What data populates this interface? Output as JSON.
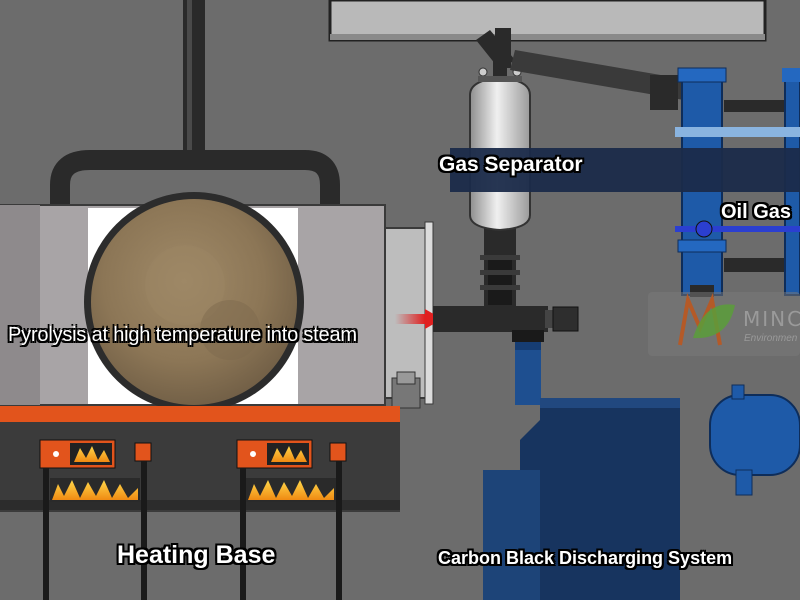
{
  "captions": {
    "pyrolysis": "Pyrolysis at high temperature into steam",
    "gas_separator": "Gas Separator",
    "oil_gas": "Oil Gas",
    "heating_base": "Heating Base",
    "carbon_black": "Carbon Black Discharging System"
  },
  "logo": {
    "text": "MINC",
    "subtext": "Environmen"
  },
  "colors": {
    "background": "#6c6c6c",
    "reactor_body": "#a8a4a6",
    "reactor_door": "#8f7a5c",
    "heating_bar": "#e2541c",
    "flame": "#f5a417",
    "pipe_dark": "#2a2a2a",
    "oil_blue": "#1e5aa8",
    "carbon_blue": "#17345f",
    "banner_navy": "#1b2b4a",
    "arrow_red": "#e02020"
  },
  "icons": {
    "flow_arrow": "arrow-right-icon",
    "logo_mark": "leaf-logo-icon"
  }
}
